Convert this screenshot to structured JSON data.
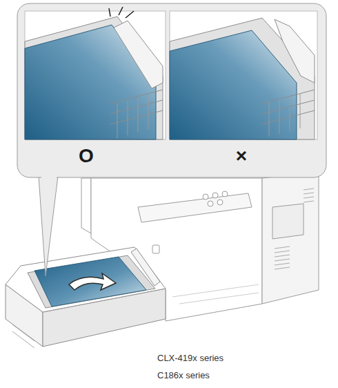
{
  "diagram": {
    "labels": [
      "O",
      "×",
      "CLX-419x series",
      "C186x series"
    ]
  }
}
